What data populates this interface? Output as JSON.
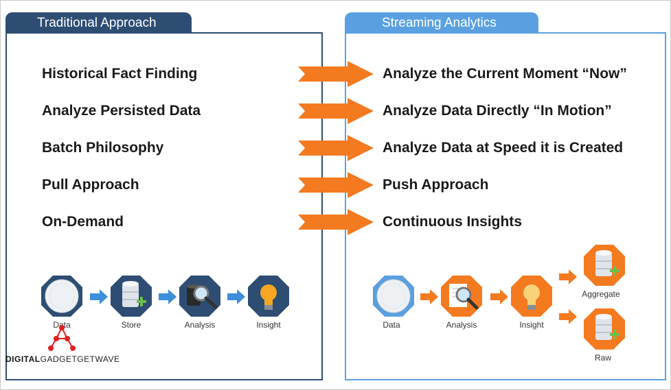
{
  "left_panel": {
    "title": "Traditional Approach",
    "items": [
      "Historical Fact Finding",
      "Analyze Persisted Data",
      "Batch Philosophy",
      "Pull Approach",
      "On-Demand"
    ],
    "flow": [
      "Data",
      "Store",
      "Analysis",
      "Insight"
    ]
  },
  "right_panel": {
    "title": "Streaming Analytics",
    "items": [
      "Analyze the Current Moment “Now”",
      "Analyze Data Directly “In Motion”",
      "Analyze Data at Speed it is Created",
      "Push Approach",
      "Continuous Insights"
    ],
    "flow": [
      "Data",
      "Analysis",
      "Insight",
      "Aggregate",
      "Raw"
    ]
  },
  "watermark": {
    "bold": "DIGITAL",
    "rest": "GADGETGETWAVE"
  },
  "colors": {
    "navy": "#2e4d73",
    "light_blue": "#5aa0e0",
    "orange": "#f47a20",
    "arrow_blue": "#3d8fd9"
  },
  "icons": [
    "data-sphere-icon",
    "database-icon",
    "magnifier-icon",
    "lightbulb-icon",
    "orange-arrow-icon",
    "blue-arrow-icon"
  ]
}
